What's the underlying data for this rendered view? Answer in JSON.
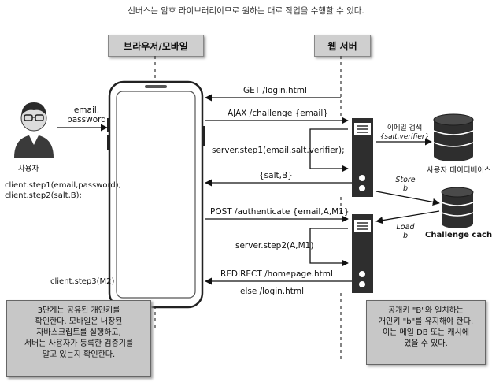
{
  "caption": "신버스는 암호 라이브러리이므로 원하는 대로 작업을 수행할 수 있다.",
  "lanes": {
    "browser": "브라우저/모바일",
    "server": "웹 서버"
  },
  "user": {
    "label": "사용자",
    "credentials": [
      "email,",
      "password"
    ]
  },
  "client_steps": [
    "client.step1(email,password);",
    "client.step2(salt,B);",
    "client.step3(M2)"
  ],
  "messages": {
    "get_login": "GET /login.html",
    "ajax_challenge": "AJAX /challenge {email}",
    "server_step1": "server.step1(email.salt.verifier);",
    "salt_b": "{salt,B}",
    "post_authenticate": "POST /authenticate {email,A,M1}",
    "server_step2": "server.step2(A,M1)",
    "redirect": "REDIRECT /homepage.html",
    "else_login": "else /login.html"
  },
  "db": {
    "lookup": [
      "이메일 검색",
      "{salt,verifier}"
    ],
    "user_db_label": "사용자 데이터베이스",
    "store": [
      "Store",
      "b"
    ],
    "load": [
      "Load",
      "b"
    ],
    "cache_label": "Challenge cache"
  },
  "notes": {
    "left": [
      "3단계는 공유된 개인키를",
      "확인한다. 모바일은 내장된",
      "자바스크립트를 실행하고,",
      "서버는 사용자가 등록한 검증기를",
      "알고 있는지 확인한다."
    ],
    "right": [
      "공개키 \"B\"와 일치하는",
      "개인키 \"b\"를 유지해야 한다.",
      "이는 메일 DB 또는 캐시에",
      "있을 수 있다."
    ]
  }
}
